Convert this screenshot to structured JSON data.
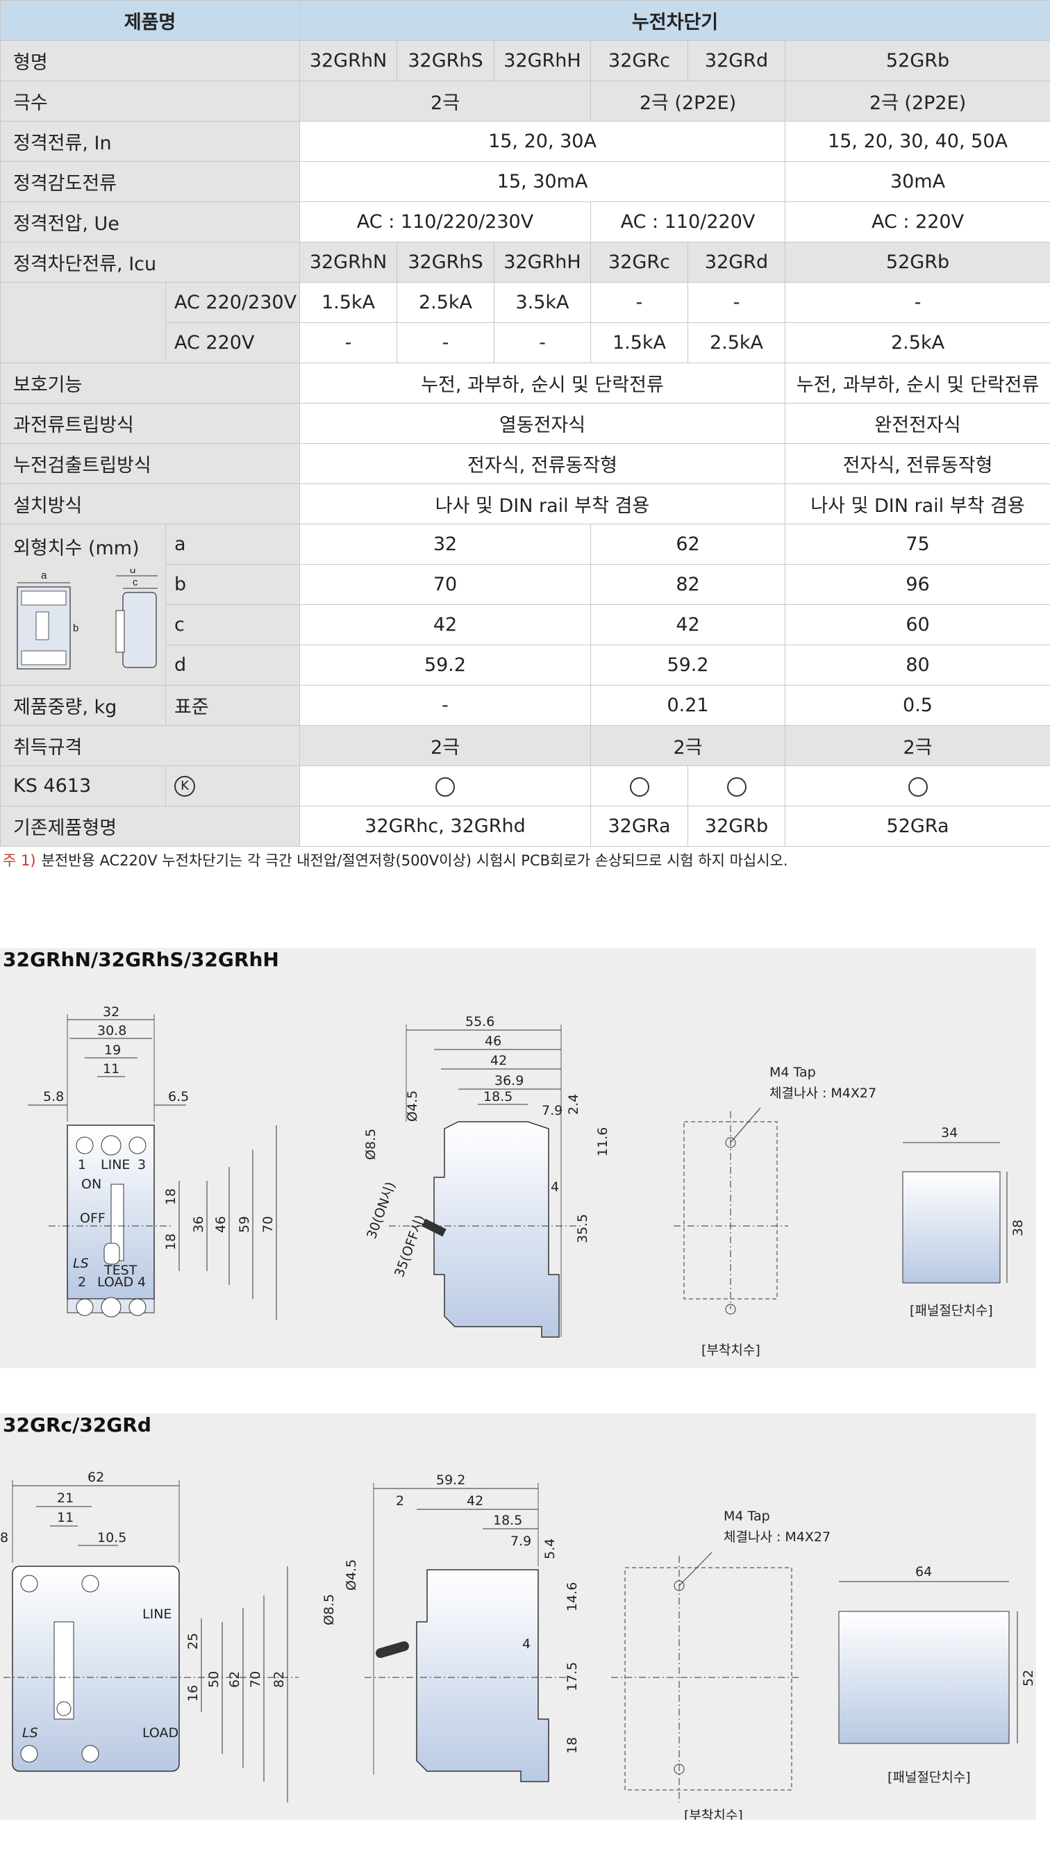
{
  "table": {
    "header": {
      "product_name": "제품명",
      "product": "누전차단기"
    },
    "rows": {
      "model": {
        "label": "형명",
        "values": [
          "32GRhN",
          "32GRhS",
          "32GRhH",
          "32GRc",
          "32GRd",
          "52GRb"
        ]
      },
      "poles": {
        "label": "극수",
        "values": [
          "2극",
          "2극 (2P2E)",
          "2극 (2P2E)"
        ]
      },
      "rated_current": {
        "label": "정격전류, In",
        "values": [
          "15, 20, 30A",
          "15, 20, 30, 40, 50A"
        ]
      },
      "sensitivity": {
        "label": "정격감도전류",
        "values": [
          "15, 30mA",
          "30mA"
        ]
      },
      "rated_voltage": {
        "label": "정격전압, Ue",
        "values": [
          "AC : 110/220/230V",
          "AC : 110/220V",
          "AC : 220V"
        ]
      },
      "breaking": {
        "label": "정격차단전류, Icu",
        "values": [
          "32GRhN",
          "32GRhS",
          "32GRhH",
          "32GRc",
          "32GRd",
          "52GRb"
        ]
      },
      "ac230": {
        "label": "AC 220/230V",
        "values": [
          "1.5kA",
          "2.5kA",
          "3.5kA",
          "-",
          "-",
          "-"
        ]
      },
      "ac220": {
        "label": "AC 220V",
        "values": [
          "-",
          "-",
          "-",
          "1.5kA",
          "2.5kA",
          "2.5kA"
        ]
      },
      "protection": {
        "label": "보호기능",
        "values": [
          "누전, 과부하, 순시 및 단락전류",
          "누전, 과부하, 순시 및 단락전류"
        ]
      },
      "overcurrent_trip": {
        "label": "과전류트립방식",
        "values": [
          "열동전자식",
          "완전전자식"
        ]
      },
      "leak_trip": {
        "label": "누전검출트립방식",
        "values": [
          "전자식, 전류동작형",
          "전자식, 전류동작형"
        ]
      },
      "install": {
        "label": "설치방식",
        "values": [
          "나사 및 DIN rail 부착 겸용",
          "나사 및 DIN rail 부착 겸용"
        ]
      },
      "dims": {
        "label": "외형치수 (mm)",
        "icon_labels": {
          "a": "a",
          "b": "b",
          "c": "c",
          "d": "d"
        },
        "rows": [
          {
            "key": "a",
            "values": [
              "32",
              "62",
              "75"
            ]
          },
          {
            "key": "b",
            "values": [
              "70",
              "82",
              "96"
            ]
          },
          {
            "key": "c",
            "values": [
              "42",
              "42",
              "60"
            ]
          },
          {
            "key": "d",
            "values": [
              "59.2",
              "59.2",
              "80"
            ]
          }
        ]
      },
      "weight": {
        "label": "제품중량, kg",
        "sub": "표준",
        "values": [
          "-",
          "0.21",
          "0.5"
        ]
      },
      "standard": {
        "label": "취득규격",
        "values": [
          "2극",
          "2극",
          "2극"
        ]
      },
      "ks": {
        "label": "KS 4613",
        "mark": "K"
      },
      "prev_model": {
        "label": "기존제품형명",
        "values": [
          "32GRhc, 32GRhd",
          "32GRa",
          "32GRb",
          "52GRa"
        ]
      }
    },
    "note": {
      "tag": "주 1)",
      "text": "분전반용 AC220V 누전차단기는 각 극간 내전압/절연저항(500V이상) 시험시 PCB회로가 손상되므로 시험 하지 마십시오."
    }
  },
  "panel1": {
    "title": "32GRhN/32GRhS/32GRhH",
    "front": {
      "dims_top": [
        "32",
        "30.8",
        "19",
        "11"
      ],
      "left": "5.8",
      "right": "6.5",
      "vert": [
        "18",
        "18",
        "36",
        "46",
        "59",
        "70"
      ],
      "labels": {
        "line": "LINE",
        "load": "LOAD",
        "on": "ON",
        "off": "OFF",
        "test": "TEST",
        "t1": "1",
        "t3": "3",
        "t2": "2",
        "t4": "4",
        "logo": "LS"
      }
    },
    "side": {
      "dims_top": [
        "55.6",
        "46",
        "42",
        "36.9",
        "18.5",
        "7.9",
        "2.4"
      ],
      "dims_left": [
        "Ø8.5",
        "Ø4.5"
      ],
      "right": [
        "11.6",
        "35.5"
      ],
      "small": "4",
      "angles": [
        "30(ON시)",
        "35(OFF시)"
      ]
    },
    "mount": {
      "tap": "M4 Tap",
      "screw": "체결나사 : M4X27",
      "caption": "[부착치수]"
    },
    "cutout": {
      "w": "34",
      "h": "38",
      "caption": "[패널절단치수]"
    }
  },
  "panel2": {
    "title": "32GRc/32GRd",
    "front": {
      "dims_top": [
        "62",
        "21",
        "11",
        "10.5"
      ],
      "left": "8",
      "vert": [
        "25",
        "16",
        "50",
        "62",
        "70",
        "82"
      ],
      "labels": {
        "line": "LINE",
        "load": "LOAD",
        "logo": "LS"
      }
    },
    "side": {
      "dims_top": [
        "59.2",
        "2",
        "42",
        "18.5",
        "7.9",
        "5.4"
      ],
      "dims_left": [
        "Ø8.5",
        "Ø4.5"
      ],
      "right": [
        "14.6",
        "17.5",
        "18"
      ],
      "small": "4"
    },
    "mount": {
      "tap": "M4 Tap",
      "screw": "체결나사 : M4X27",
      "caption": "[부착치수]"
    },
    "cutout": {
      "w": "64",
      "h": "52",
      "caption": "[패널절단치수]"
    }
  },
  "colors": {
    "header": "#c5daeb",
    "label_bg": "#e4e4e4",
    "panel_bg": "#eeeeee",
    "note_tag": "#c0392b"
  }
}
